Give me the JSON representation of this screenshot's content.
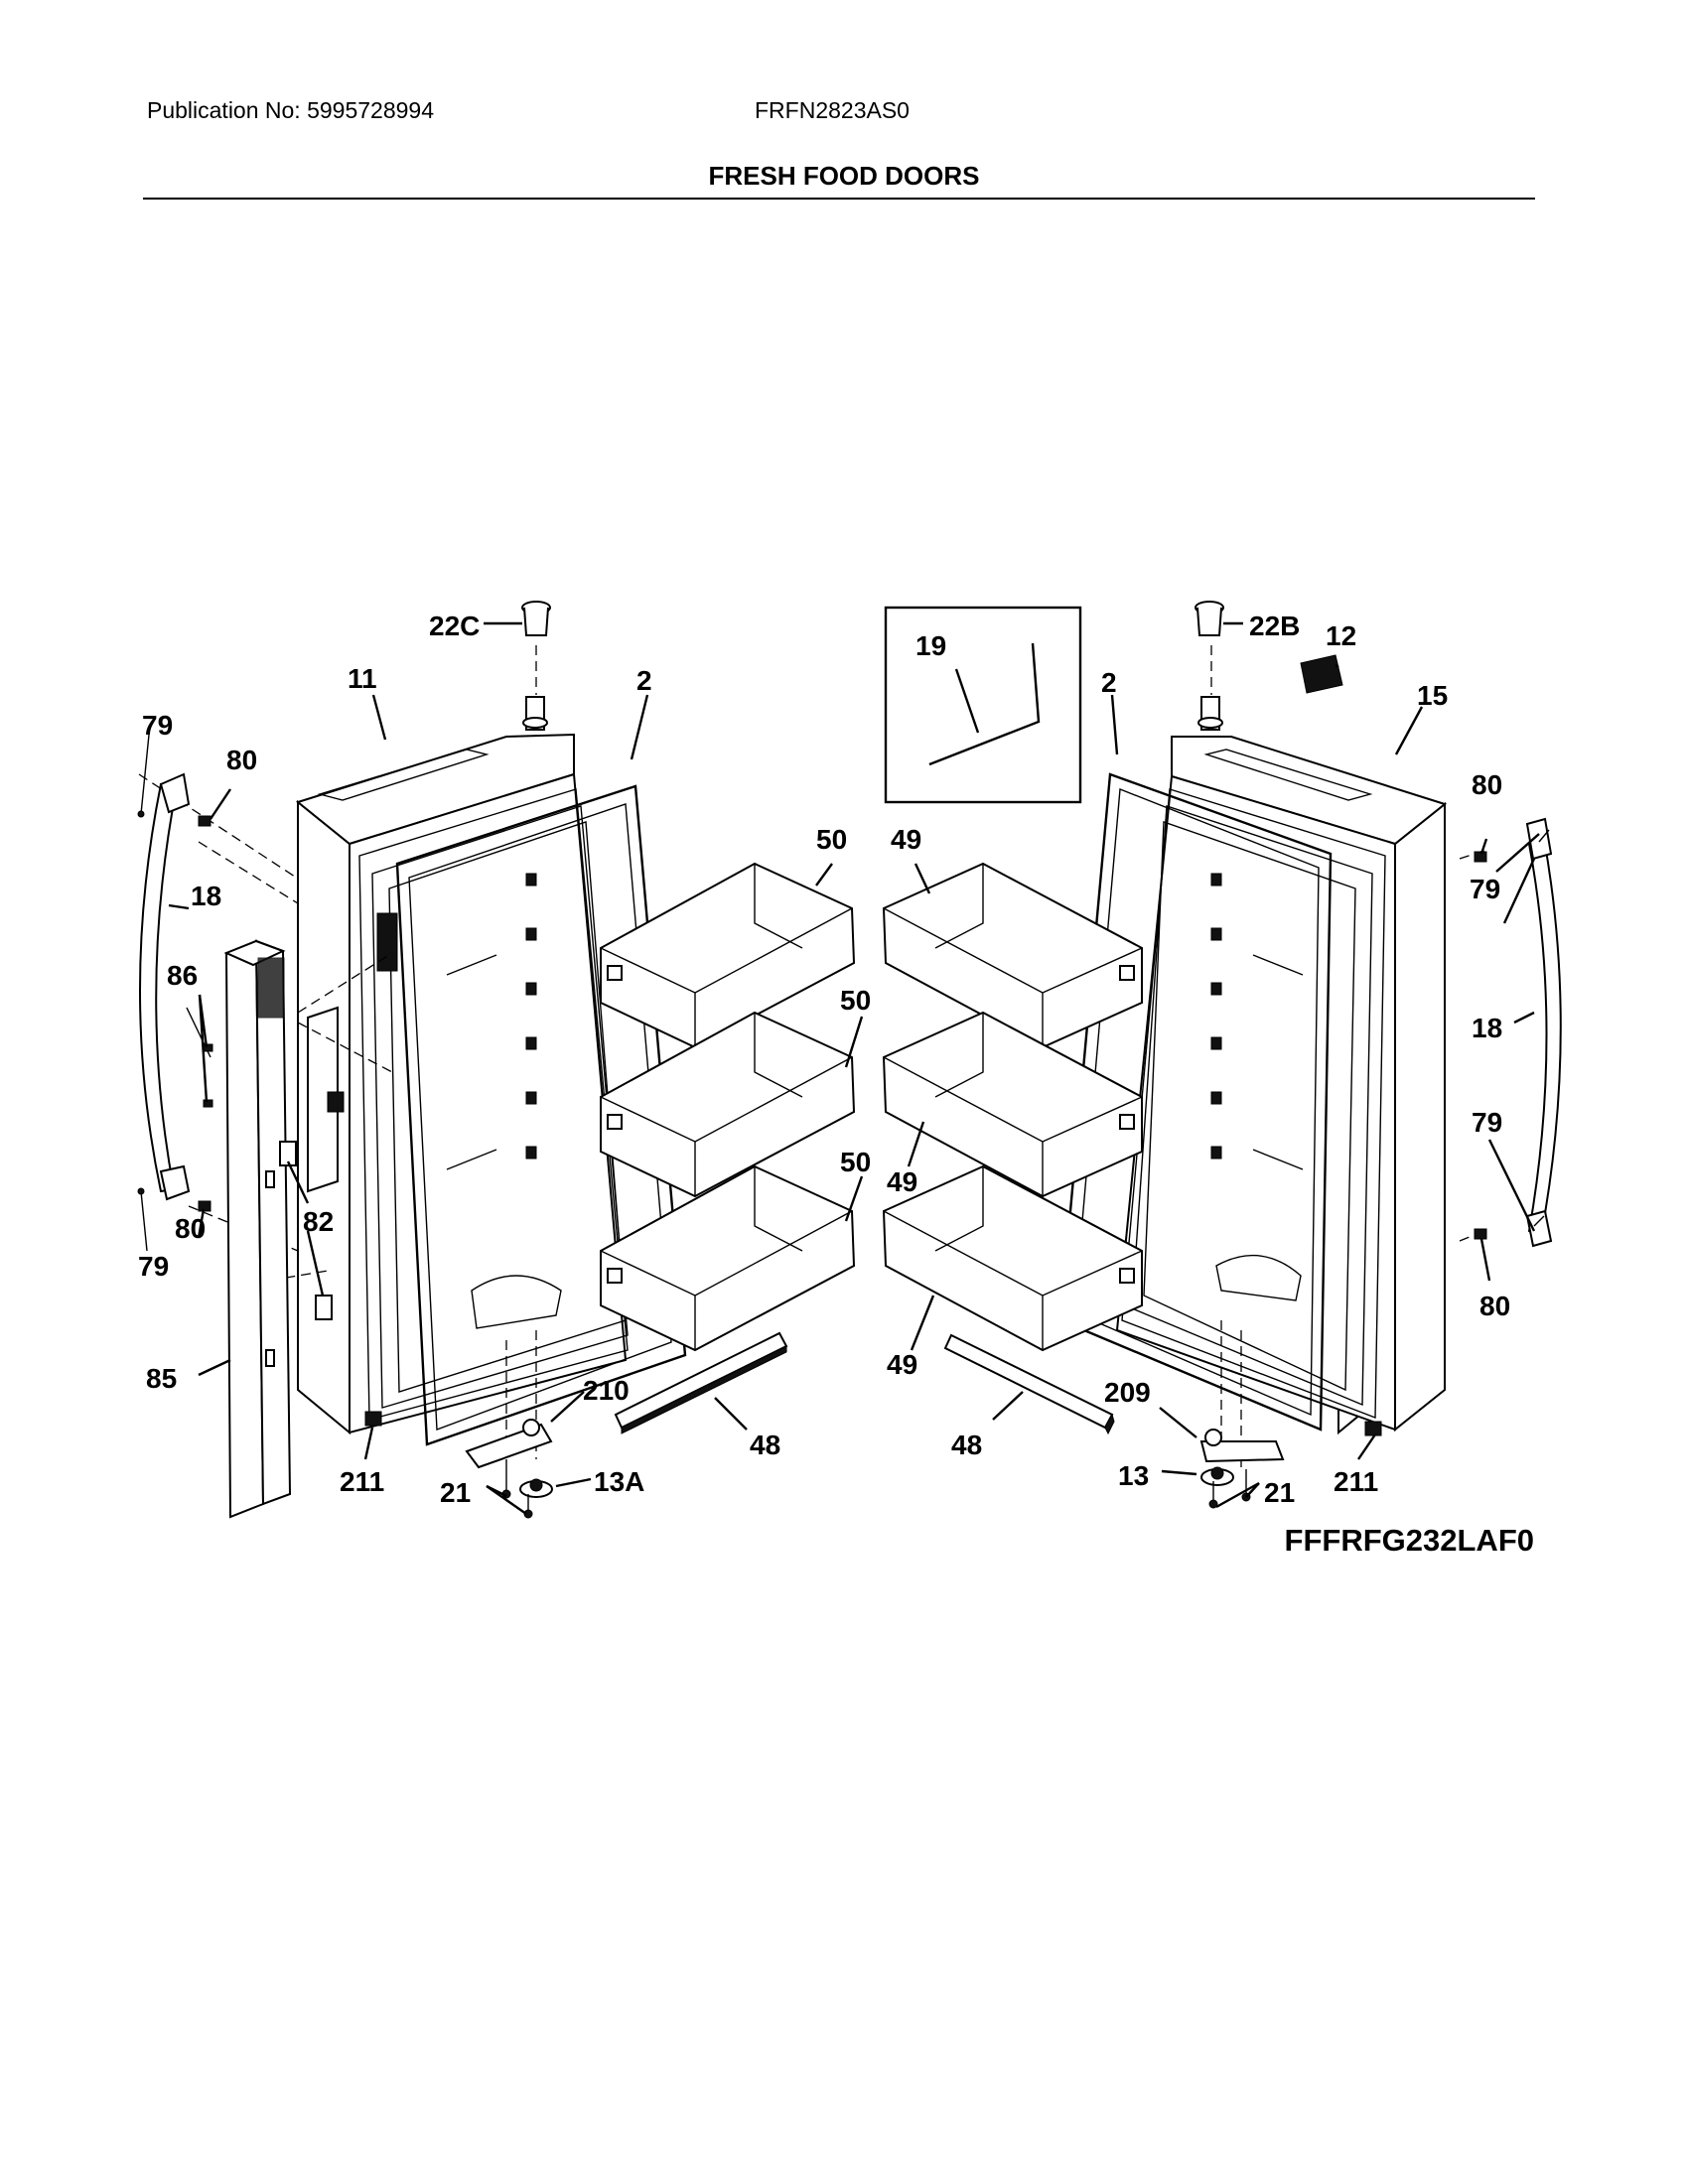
{
  "header": {
    "publication": "Publication No: 5995728994",
    "model": "FRFN2823AS0",
    "title": "FRESH FOOD DOORS"
  },
  "figure_code": "FFFRFG232LAF0",
  "callouts": {
    "c22C": "22C",
    "c22B": "22B",
    "c19": "19",
    "c12": "12",
    "c15": "15",
    "c11": "11",
    "c2a": "2",
    "c2b": "2",
    "c79a": "79",
    "c80a": "80",
    "c18a": "18",
    "c86": "86",
    "c80b": "80",
    "c79b": "79",
    "c82": "82",
    "c85": "85",
    "c50a": "50",
    "c50b": "50",
    "c50c": "50",
    "c49a": "49",
    "c49b": "49",
    "c49c": "49",
    "c80c": "80",
    "c79c": "79",
    "c18b": "18",
    "c79d": "79",
    "c80d": "80",
    "c48a": "48",
    "c48b": "48",
    "c210": "210",
    "c209": "209",
    "c211a": "211",
    "c211b": "211",
    "c21a": "21",
    "c21b": "21",
    "c13A": "13A",
    "c13": "13"
  }
}
